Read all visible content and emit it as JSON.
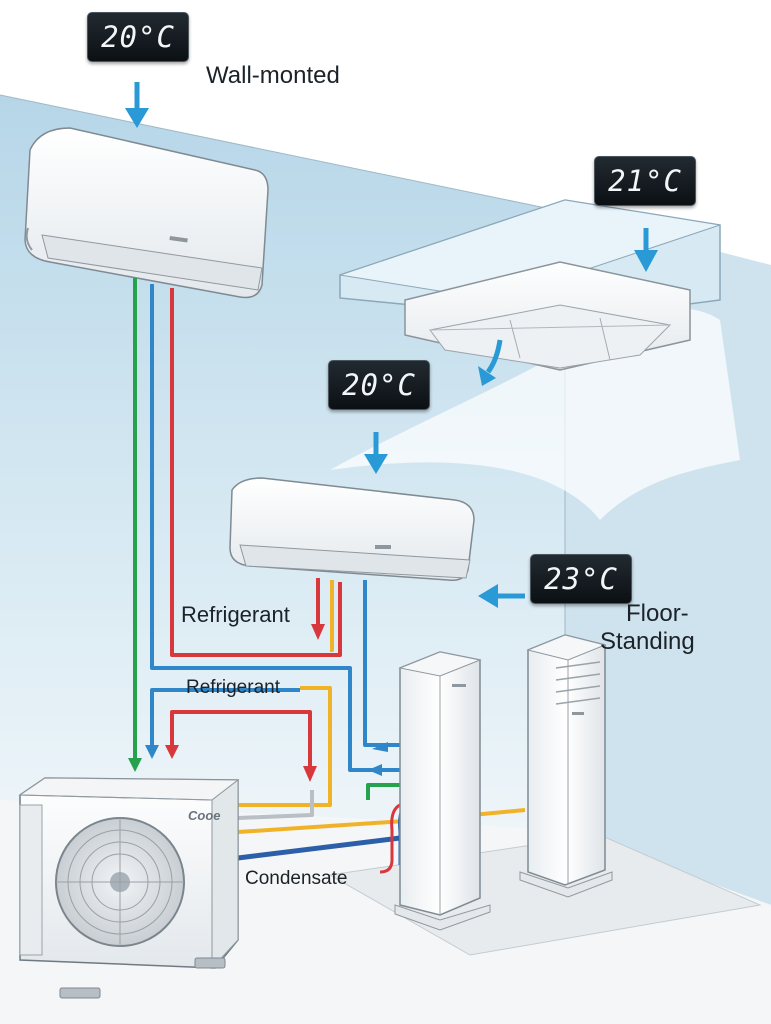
{
  "displays": {
    "wall_top": "20°C",
    "cassette": "21°C",
    "wall_middle": "20°C",
    "floor": "23°C"
  },
  "labels": {
    "wall_mounted": "Wall-monted",
    "floor_standing_line1": "Floor-",
    "floor_standing_line2": "Standing",
    "refrigerant_upper": "Refrigerant",
    "refrigerant_lower": "Refrigerant",
    "condensate": "Condensate",
    "outdoor_brand": "Cooe"
  },
  "colors": {
    "wall": "#bcdbea",
    "floor": "#f3f5f6",
    "refrigerant_gas": "#d8373b",
    "refrigerant_liquid": "#2f86c8",
    "condensate_green": "#26a24c",
    "condensate_blue": "#2d5fa8",
    "pipe_yellow": "#f0b328",
    "pipe_grey": "#b9bfc4",
    "arrow": "#2a9ad6",
    "display_bg": "#111820",
    "display_text": "#f2f6f8"
  }
}
